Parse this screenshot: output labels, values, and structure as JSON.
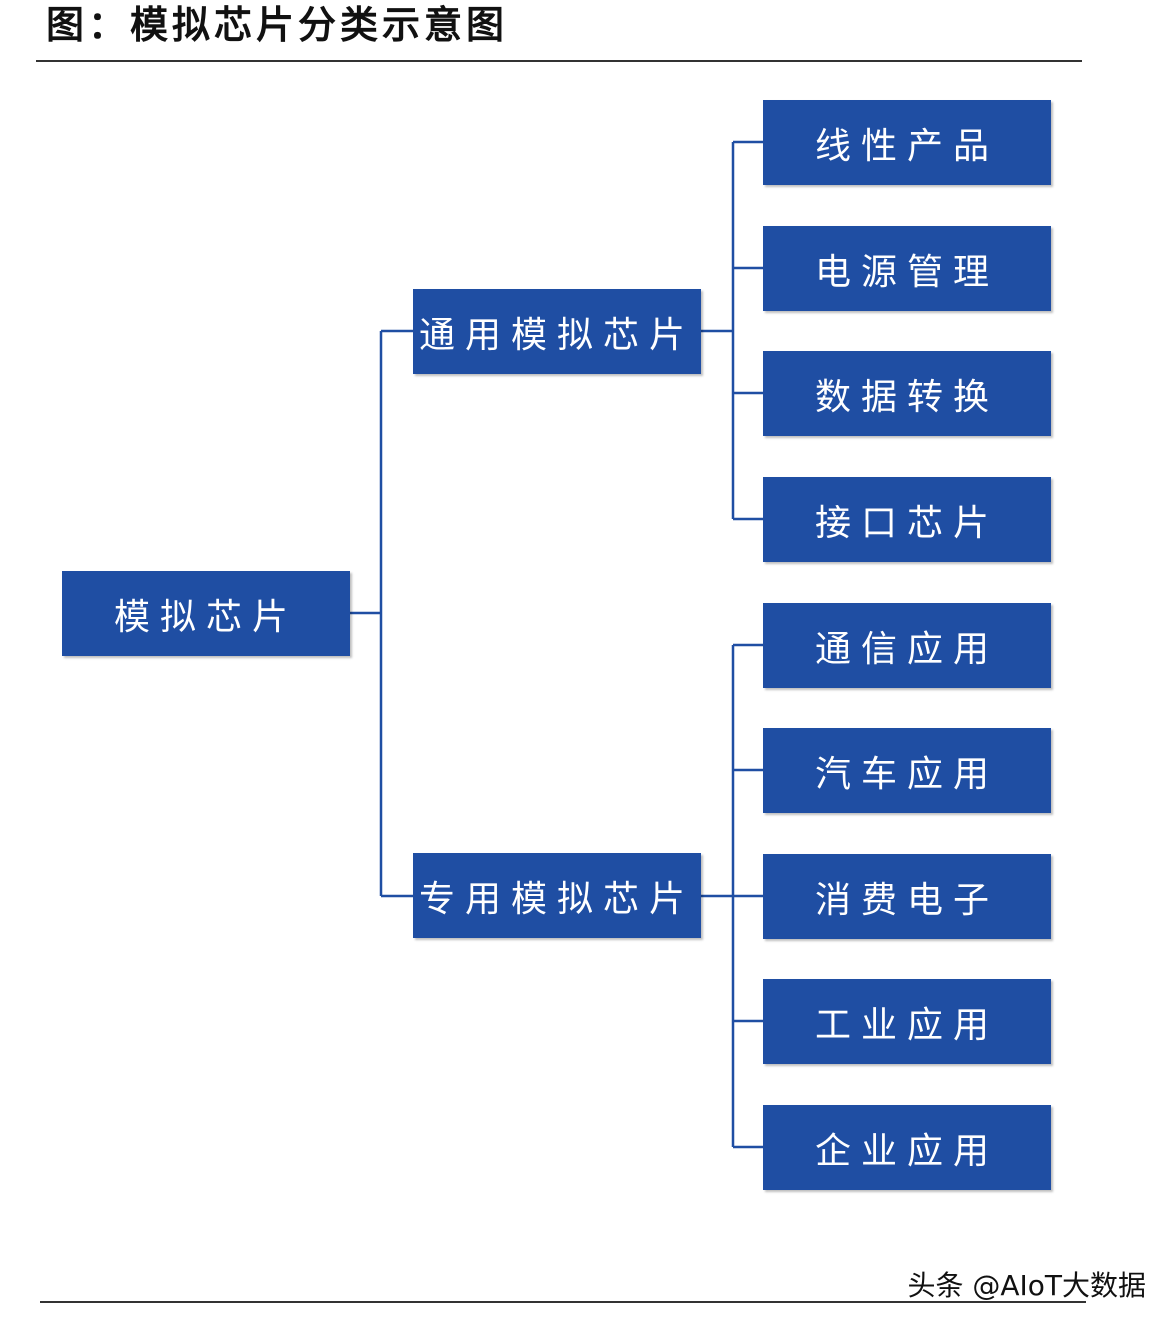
{
  "title": "图：模拟芯片分类示意图",
  "colors": {
    "node_fill": "#1f4ea3",
    "connector": "#1f4ea3",
    "node_text": "#ffffff"
  },
  "root": {
    "label": "模拟芯片"
  },
  "branches": [
    {
      "label": "通用模拟芯片",
      "children": [
        "线性产品",
        "电源管理",
        "数据转换",
        "接口芯片"
      ]
    },
    {
      "label": "专用模拟芯片",
      "children": [
        "通信应用",
        "汽车应用",
        "消费电子",
        "工业应用",
        "企业应用"
      ]
    }
  ],
  "watermark": "头条 @AIoT大数据"
}
